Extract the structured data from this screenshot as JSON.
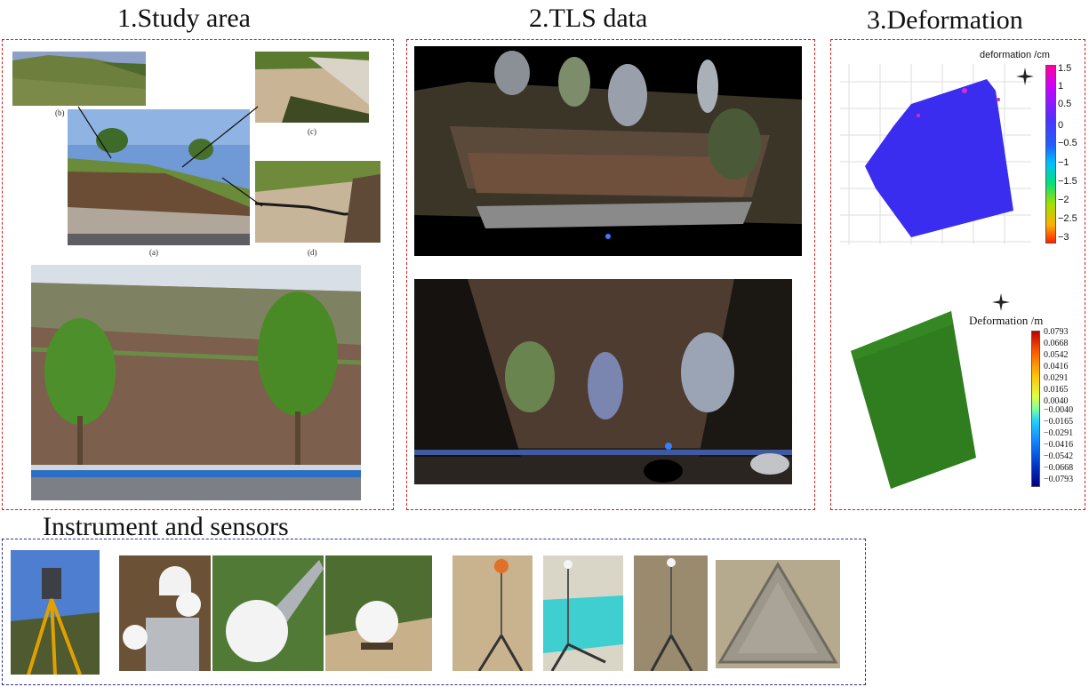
{
  "sections": {
    "study_area": "1.Study area",
    "tls_data": "2.TLS data",
    "deformation": "3.Deformation",
    "instruments": "Instrument and sensors"
  },
  "study_area": {
    "captions": {
      "a": "(a)",
      "b": "(b)",
      "c": "(c)",
      "d": "(d)"
    }
  },
  "deformation_map_1": {
    "legend_title": "deformation /cm",
    "ticks": [
      "1.5",
      "1",
      "0.5",
      "0",
      "−0.5",
      "−1",
      "−1.5",
      "−2",
      "−2.5",
      "−3"
    ],
    "north_label": "N"
  },
  "deformation_map_2": {
    "legend_title": "Deformation /m",
    "ticks": [
      "0.0793",
      "0.0668",
      "0.0542",
      "0.0416",
      "0.0291",
      "0.0165",
      "0.0040",
      "−0.0040",
      "−0.0165",
      "−0.0291",
      "−0.0416",
      "−0.0542",
      "−0.0668",
      "−0.0793"
    ],
    "north_label": "N"
  },
  "colors": {
    "panel_border": "#c82020",
    "instrument_border": "#2a2f8f",
    "deformation_blue": "#3a2df0",
    "deformation_green": "#2f7d1e"
  }
}
